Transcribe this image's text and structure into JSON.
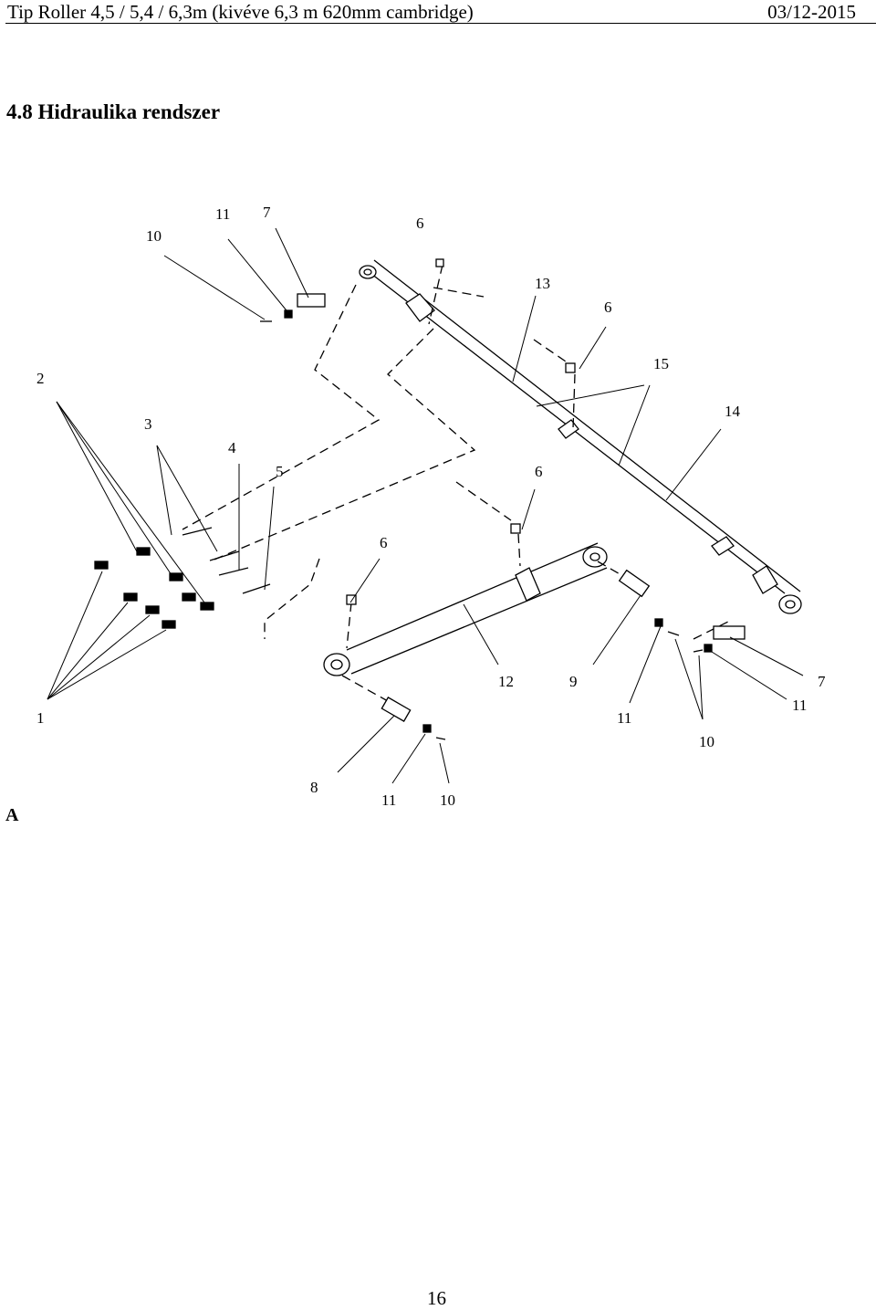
{
  "header": {
    "title": "Tip Roller 4,5 / 5,4 / 6,3m (kivéve 6,3 m 620mm cambridge)",
    "date": "03/12-2015"
  },
  "section": {
    "title": "4.8 Hidraulika rendszer"
  },
  "diagram": {
    "callouts": {
      "c10a": "10",
      "c11a": "11",
      "c7a": "7",
      "c6a": "6",
      "c13": "13",
      "c6b": "6",
      "c15": "15",
      "c2": "2",
      "c14": "14",
      "c3": "3",
      "c4": "4",
      "c5": "5",
      "c6c": "6",
      "c6d": "6",
      "c12": "12",
      "c9": "9",
      "c7b": "7",
      "c11b": "11",
      "c11c": "11",
      "c1": "1",
      "c10b": "10",
      "c8": "8",
      "c11d": "11",
      "c10c": "10"
    }
  },
  "figure_label": "A",
  "page_number": "16"
}
